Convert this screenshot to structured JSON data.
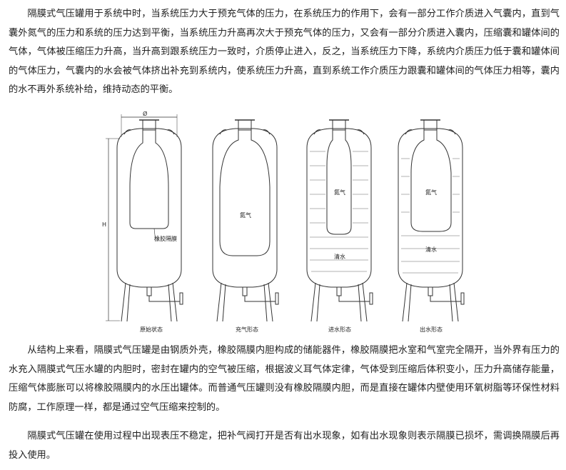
{
  "paragraphs": [
    "隔膜式气压罐用于系统中时，当系统压力大于预充气体的压力，在系统压力的作用下，会有一部分工作介质进入气囊内，直到气囊外氮气的压力和系统的压力达到平衡，当系统压力升高再次大于预充气体的压力，又会有一部分介质进入囊内，压缩囊和罐体间的气体，气体被压缩压力升高，当升高到跟系统压力一致时，介质停止进入，反之，当系统压力下降，系统内介质压力低于囊和罐体间的气体压力，气囊内的水会被气体挤出补充到系统内，使系统压力升高，直到系统工作介质压力跟囊和罐体间的气体压力相等，囊内的水不再外系统补给，维持动态的平衡。",
    "从结构上来看，隔膜式气压罐是由钢质外壳，橡胶隔膜内胆构成的储能器件，橡胶隔膜把水室和气室完全隔开，当外界有压力的水充入隔膜式气压水罐的内胆时，密封在罐内的空气被压缩，根据波义耳气体定律，气体受到压缩后体积变小，压力升高储存能量，压缩气体膨胀可以将橡胶隔膜内的水压出罐体。而普通气压罐则没有橡胶隔膜内胆，而是直接在罐体内壁使用环氧树脂等环保性材料防腐，工作原理一样，都是通过空气压缩来控制的。",
    "隔膜式气压罐在使用过程中出现表压不稳定，把补气阀打开是否有出水现象，如有出水现象则表示隔膜已损坏，需调换隔膜后再投入使用。"
  ],
  "figure": {
    "dim_diameter": "Ø",
    "dim_height": "H",
    "label_membrane": "橡胶隔膜",
    "label_nitrogen": "氮气",
    "label_water": "清水",
    "captions": [
      "原始状态",
      "充气形态",
      "进水形态",
      "出水形态"
    ]
  }
}
